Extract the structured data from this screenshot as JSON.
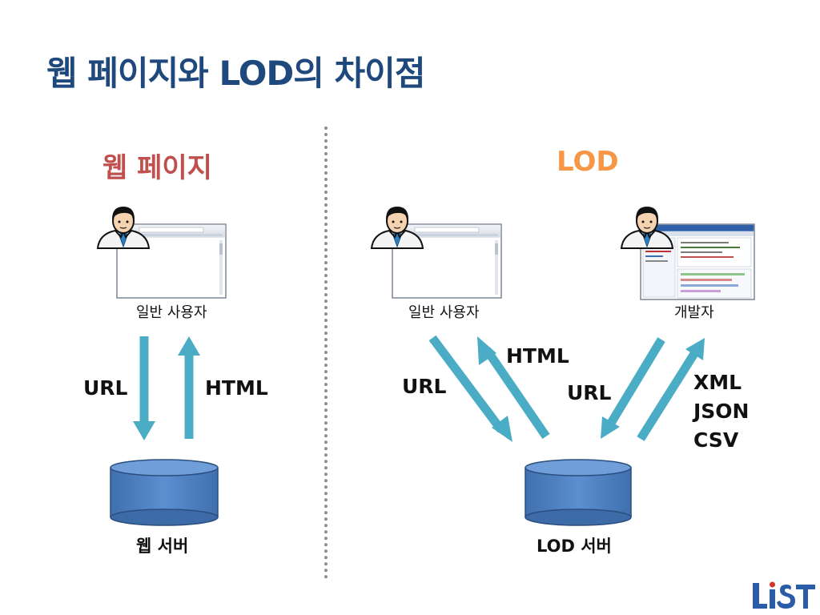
{
  "slide": {
    "title": "웹 페이지와 LOD의 차이점"
  },
  "left_panel": {
    "heading": "웹 페이지",
    "user_label": "일반 사용자",
    "request_label": "URL",
    "response_label": "HTML",
    "server_label": "웹 서버"
  },
  "right_panel": {
    "heading": "LOD",
    "user_label": "일반 사용자",
    "developer_label": "개발자",
    "user_request_label": "URL",
    "user_response_label": "HTML",
    "dev_request_label": "URL",
    "dev_response_formats": [
      "XML",
      "JSON",
      "CSV"
    ],
    "server_label": "LOD 서버"
  },
  "colors": {
    "title": "#1f497d",
    "web_heading": "#c0504d",
    "lod_heading": "#f79646",
    "arrow": "#4bacc6",
    "server": "#4f81bd"
  },
  "logo": {
    "icon": "list-logo"
  }
}
